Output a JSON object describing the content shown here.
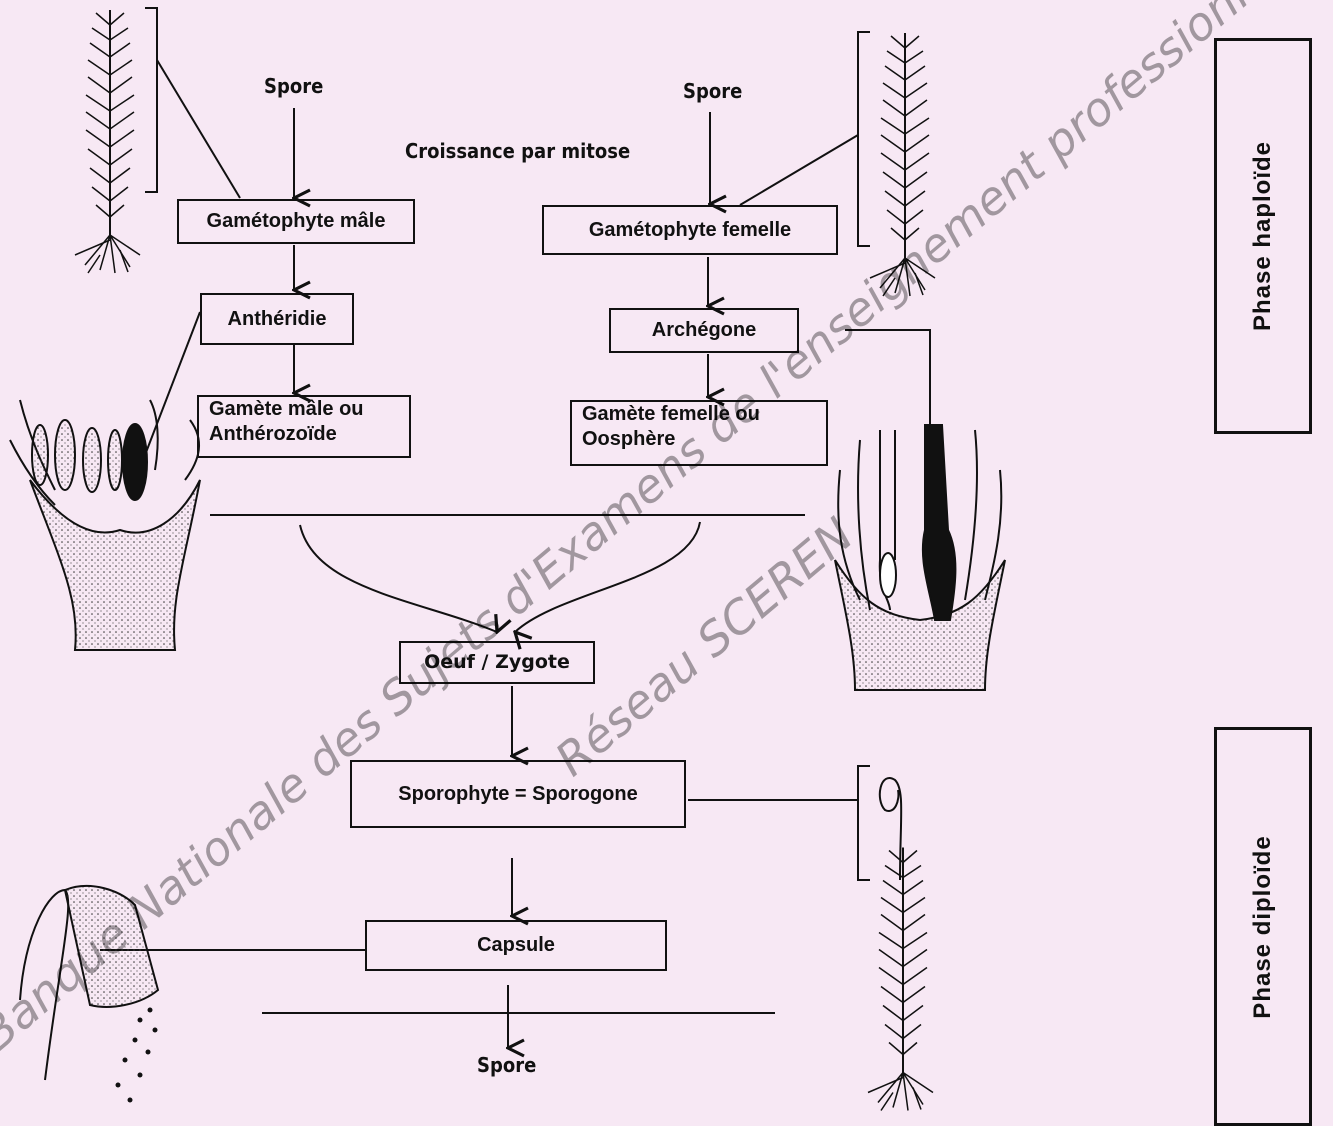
{
  "labels": {
    "spore_top_left": "Spore",
    "spore_top_right": "Spore",
    "croissance": "Croissance par mitose",
    "gametophyte_male": "Gamétophyte mâle",
    "gametophyte_femelle": "Gamétophyte femelle",
    "antheridie": "Anthéridie",
    "archegone": "Archégone",
    "gamete_male_1": "Gamète mâle ou",
    "gamete_male_2": "Anthérozoïde",
    "gamete_femelle_1": "Gamète femelle ou",
    "gamete_femelle_2": "Oosphère",
    "oeuf": "Oeuf / Zygote",
    "sporophyte": "Sporophyte = Sporogone",
    "capsule": "Capsule",
    "spore_bottom": "Spore"
  },
  "phases": {
    "haploide": "Phase haploïde",
    "diploide": "Phase diploïde"
  },
  "watermark": {
    "line1": "Banque Nationale des Sujets d'Examens de l'enseignement professionnel",
    "line2": "Réseau SCEREN"
  },
  "colors": {
    "background": "#f7e8f4",
    "ink": "#111111"
  }
}
